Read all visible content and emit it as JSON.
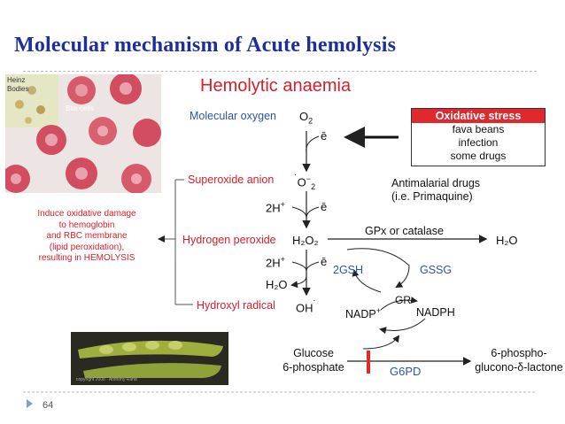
{
  "title": "Molecular mechanism of Acute hemolysis",
  "subtitle": "Hemolytic anaemia",
  "photo": {
    "label1": "Heinz",
    "label2": "Bodies",
    "label3": "Bite cells"
  },
  "beans_caption": "copyright 2008 · Anthony Rand",
  "oxidative_stress": {
    "header": "Oxidative stress",
    "items": [
      "fava beans",
      "infection",
      "some drugs"
    ]
  },
  "antimalarial": {
    "line1": "Antimalarial drugs",
    "line2": "(i.e. Primaquine)"
  },
  "species": {
    "molecular_oxygen": "Molecular oxygen",
    "superoxide_anion": "Superoxide anion",
    "hydrogen_peroxide": "Hydrogen peroxide",
    "hydroxyl_radical": "Hydroxyl radical"
  },
  "formulas": {
    "o2": "O",
    "o2_sub": "2",
    "sup_pre": "˙",
    "sup_o": "O",
    "sup_sup": "−",
    "sup_sub": "2",
    "h2o2": "H₂O₂",
    "h2o": "H₂O",
    "oh": "OH",
    "oh_sup": "˙",
    "h2o_out": "H₂O"
  },
  "electrons": {
    "e1": "ē",
    "e2": "ē",
    "e3": "ē",
    "e4": "ē"
  },
  "protons": {
    "p1": "2H",
    "p1_sup": "+",
    "p2": "2H",
    "p2_sup": "+"
  },
  "damage_text": [
    "Induce oxidative damage",
    "to hemoglobin",
    "and RBC membrane",
    "(lipid peroxidation),",
    "resulting in HEMOLYSIS"
  ],
  "enzymes": {
    "gpx": "GPx or catalase",
    "gsh": "2GSH",
    "gssg": "GSSG",
    "gr": "GR",
    "nadp": "NADP",
    "nadp_sup": "+",
    "nadph": "NADPH",
    "g6pd": "G6PD"
  },
  "glucose": {
    "line1": "Glucose",
    "line2": "6-phosphate"
  },
  "product": {
    "line1": "6-phospho-",
    "line2": "glucono-δ-lactone"
  },
  "page_number": "64",
  "colors": {
    "title": "#1f2f9a",
    "red": "#d5202a",
    "blue": "#2a55a8"
  }
}
